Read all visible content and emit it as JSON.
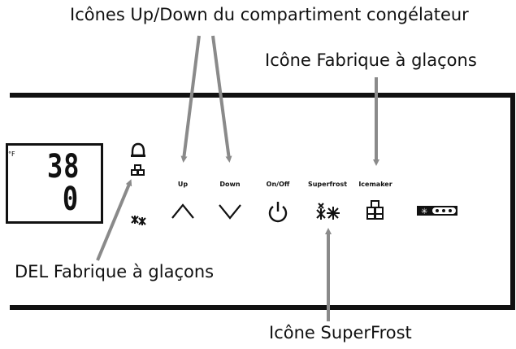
{
  "callouts": {
    "freezer_up_down": "Icônes Up/Down du compartiment congélateur",
    "icemaker_icon": "Icône Fabrique à glaçons",
    "icemaker_led": "DEL Fabrique à glaçons",
    "superfrost_icon": "Icône SuperFrost"
  },
  "display": {
    "top_value": "38",
    "bottom_value": "0",
    "unit": "°F"
  },
  "buttons": [
    {
      "label": "Up",
      "icon": "chevron-up-icon"
    },
    {
      "label": "Down",
      "icon": "chevron-down-icon"
    },
    {
      "label": "On/Off",
      "icon": "power-icon"
    },
    {
      "label": "Superfrost",
      "icon": "superfrost-icon"
    },
    {
      "label": "Icemaker",
      "icon": "icemaker-icon"
    }
  ],
  "indicators": [
    "lock-icon",
    "icemaker-led-icon",
    "superfrost-led-icon"
  ],
  "extra_indicator": "temperature-scale-icon",
  "colors": {
    "arrow": "#8a8a8a",
    "ink": "#111111"
  }
}
